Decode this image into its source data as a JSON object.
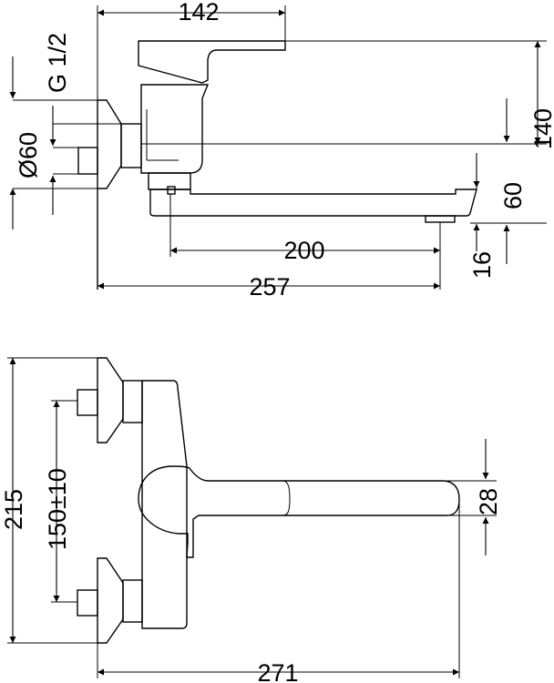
{
  "top_view": {
    "dim_spout_height": "142",
    "dim_thread": "G 1/2",
    "dim_rosette_diameter": "Ø60",
    "dim_overall_height": "140",
    "dim_center_to_spout": "60",
    "dim_spout_reach": "200",
    "dim_total_reach": "257",
    "dim_aerator": "16"
  },
  "front_view": {
    "dim_total_height": "215",
    "dim_inlet_centers": "150±10",
    "dim_spout_width": "28",
    "dim_total_length": "271"
  }
}
